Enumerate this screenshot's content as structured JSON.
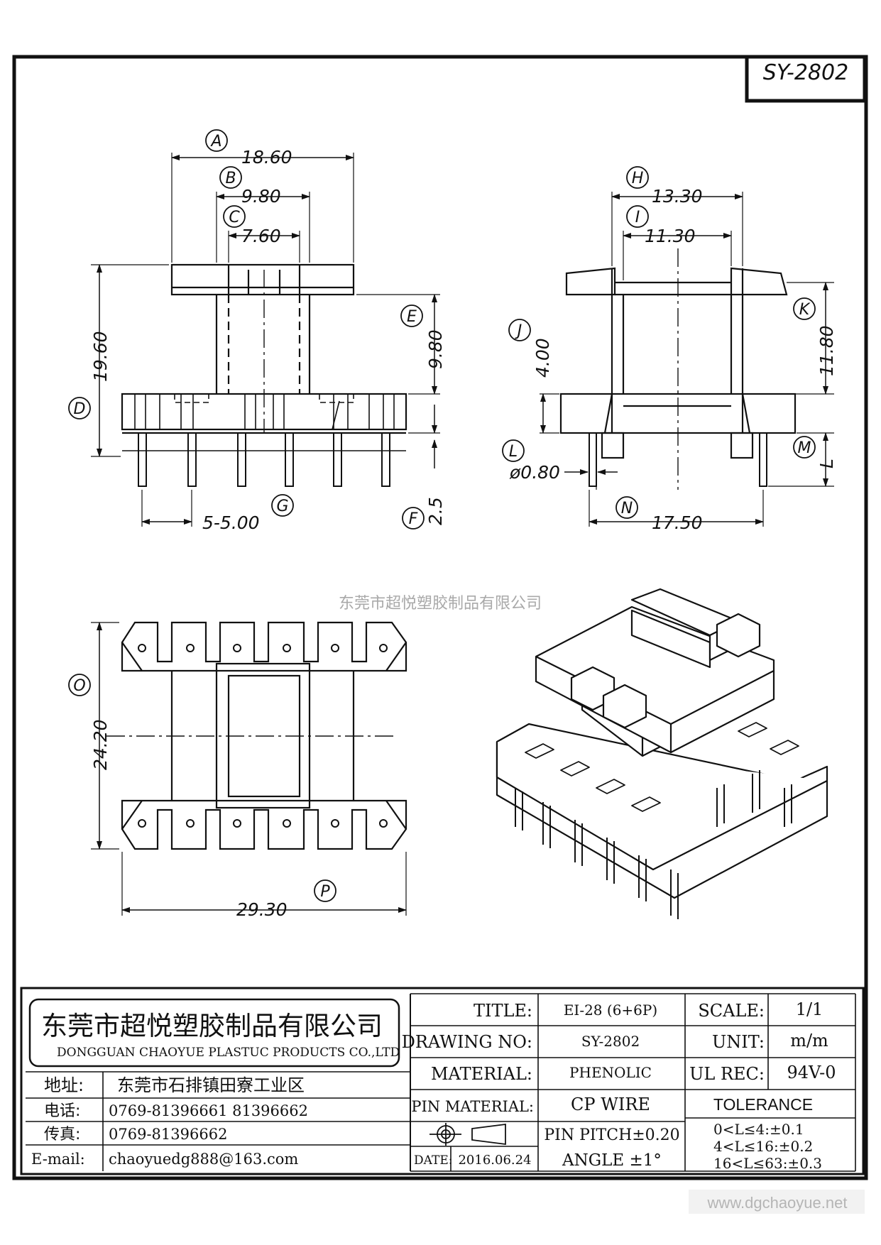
{
  "part_code": "SY-2802",
  "watermark": "东莞市超悦塑胶制品有限公司",
  "website": "www.dgchaoyue.net",
  "dimensions": {
    "A": "18.60",
    "B": "9.80",
    "C": "7.60",
    "D": "19.60",
    "E": "9.80",
    "F": "2.5",
    "G": "5-5.00",
    "H": "13.30",
    "I": "11.30",
    "J": "4.00",
    "K": "11.80",
    "L": "ø0.80",
    "M": "L",
    "N": "17.50",
    "O": "24.20",
    "P": "29.30"
  },
  "callouts": [
    "A",
    "B",
    "C",
    "D",
    "E",
    "F",
    "G",
    "H",
    "I",
    "J",
    "K",
    "L",
    "M",
    "N",
    "O",
    "P"
  ],
  "company": {
    "name_cn": "东莞市超悦塑胶制品有限公司",
    "name_en": "DONGGUAN CHAOYUE PLASTUC PRODUCTS CO.,LTD",
    "address_label": "地址:",
    "address": "东莞市石排镇田寮工业区",
    "phone_label": "电话:",
    "phone": "0769-81396661   81396662",
    "fax_label": "传真:",
    "fax": "0769-81396662",
    "email_label": "E-mail:",
    "email": "chaoyuedg888@163.com"
  },
  "spec": {
    "title_label": "TITLE:",
    "title": "EI-28 (6+6P)",
    "drawing_no_label": "DRAWING NO:",
    "drawing_no": "SY-2802",
    "material_label": "MATERIAL:",
    "material": "PHENOLIC",
    "pin_material_label": "PIN MATERIAL:",
    "pin_material": "CP WIRE",
    "pin_pitch": "PIN PITCH±0.20",
    "date_label": "DATE:",
    "date": "2016.06.24",
    "angle": "ANGLE  ±1°",
    "scale_label": "SCALE:",
    "scale": "1/1",
    "unit_label": "UNIT:",
    "unit": "m/m",
    "ul_label": "UL REC:",
    "ul": "94V-0",
    "tolerance_label": "TOLERANCE",
    "tolerance": [
      "0<L≤4:±0.1",
      "4<L≤16:±0.2",
      "16<L≤63:±0.3"
    ]
  }
}
